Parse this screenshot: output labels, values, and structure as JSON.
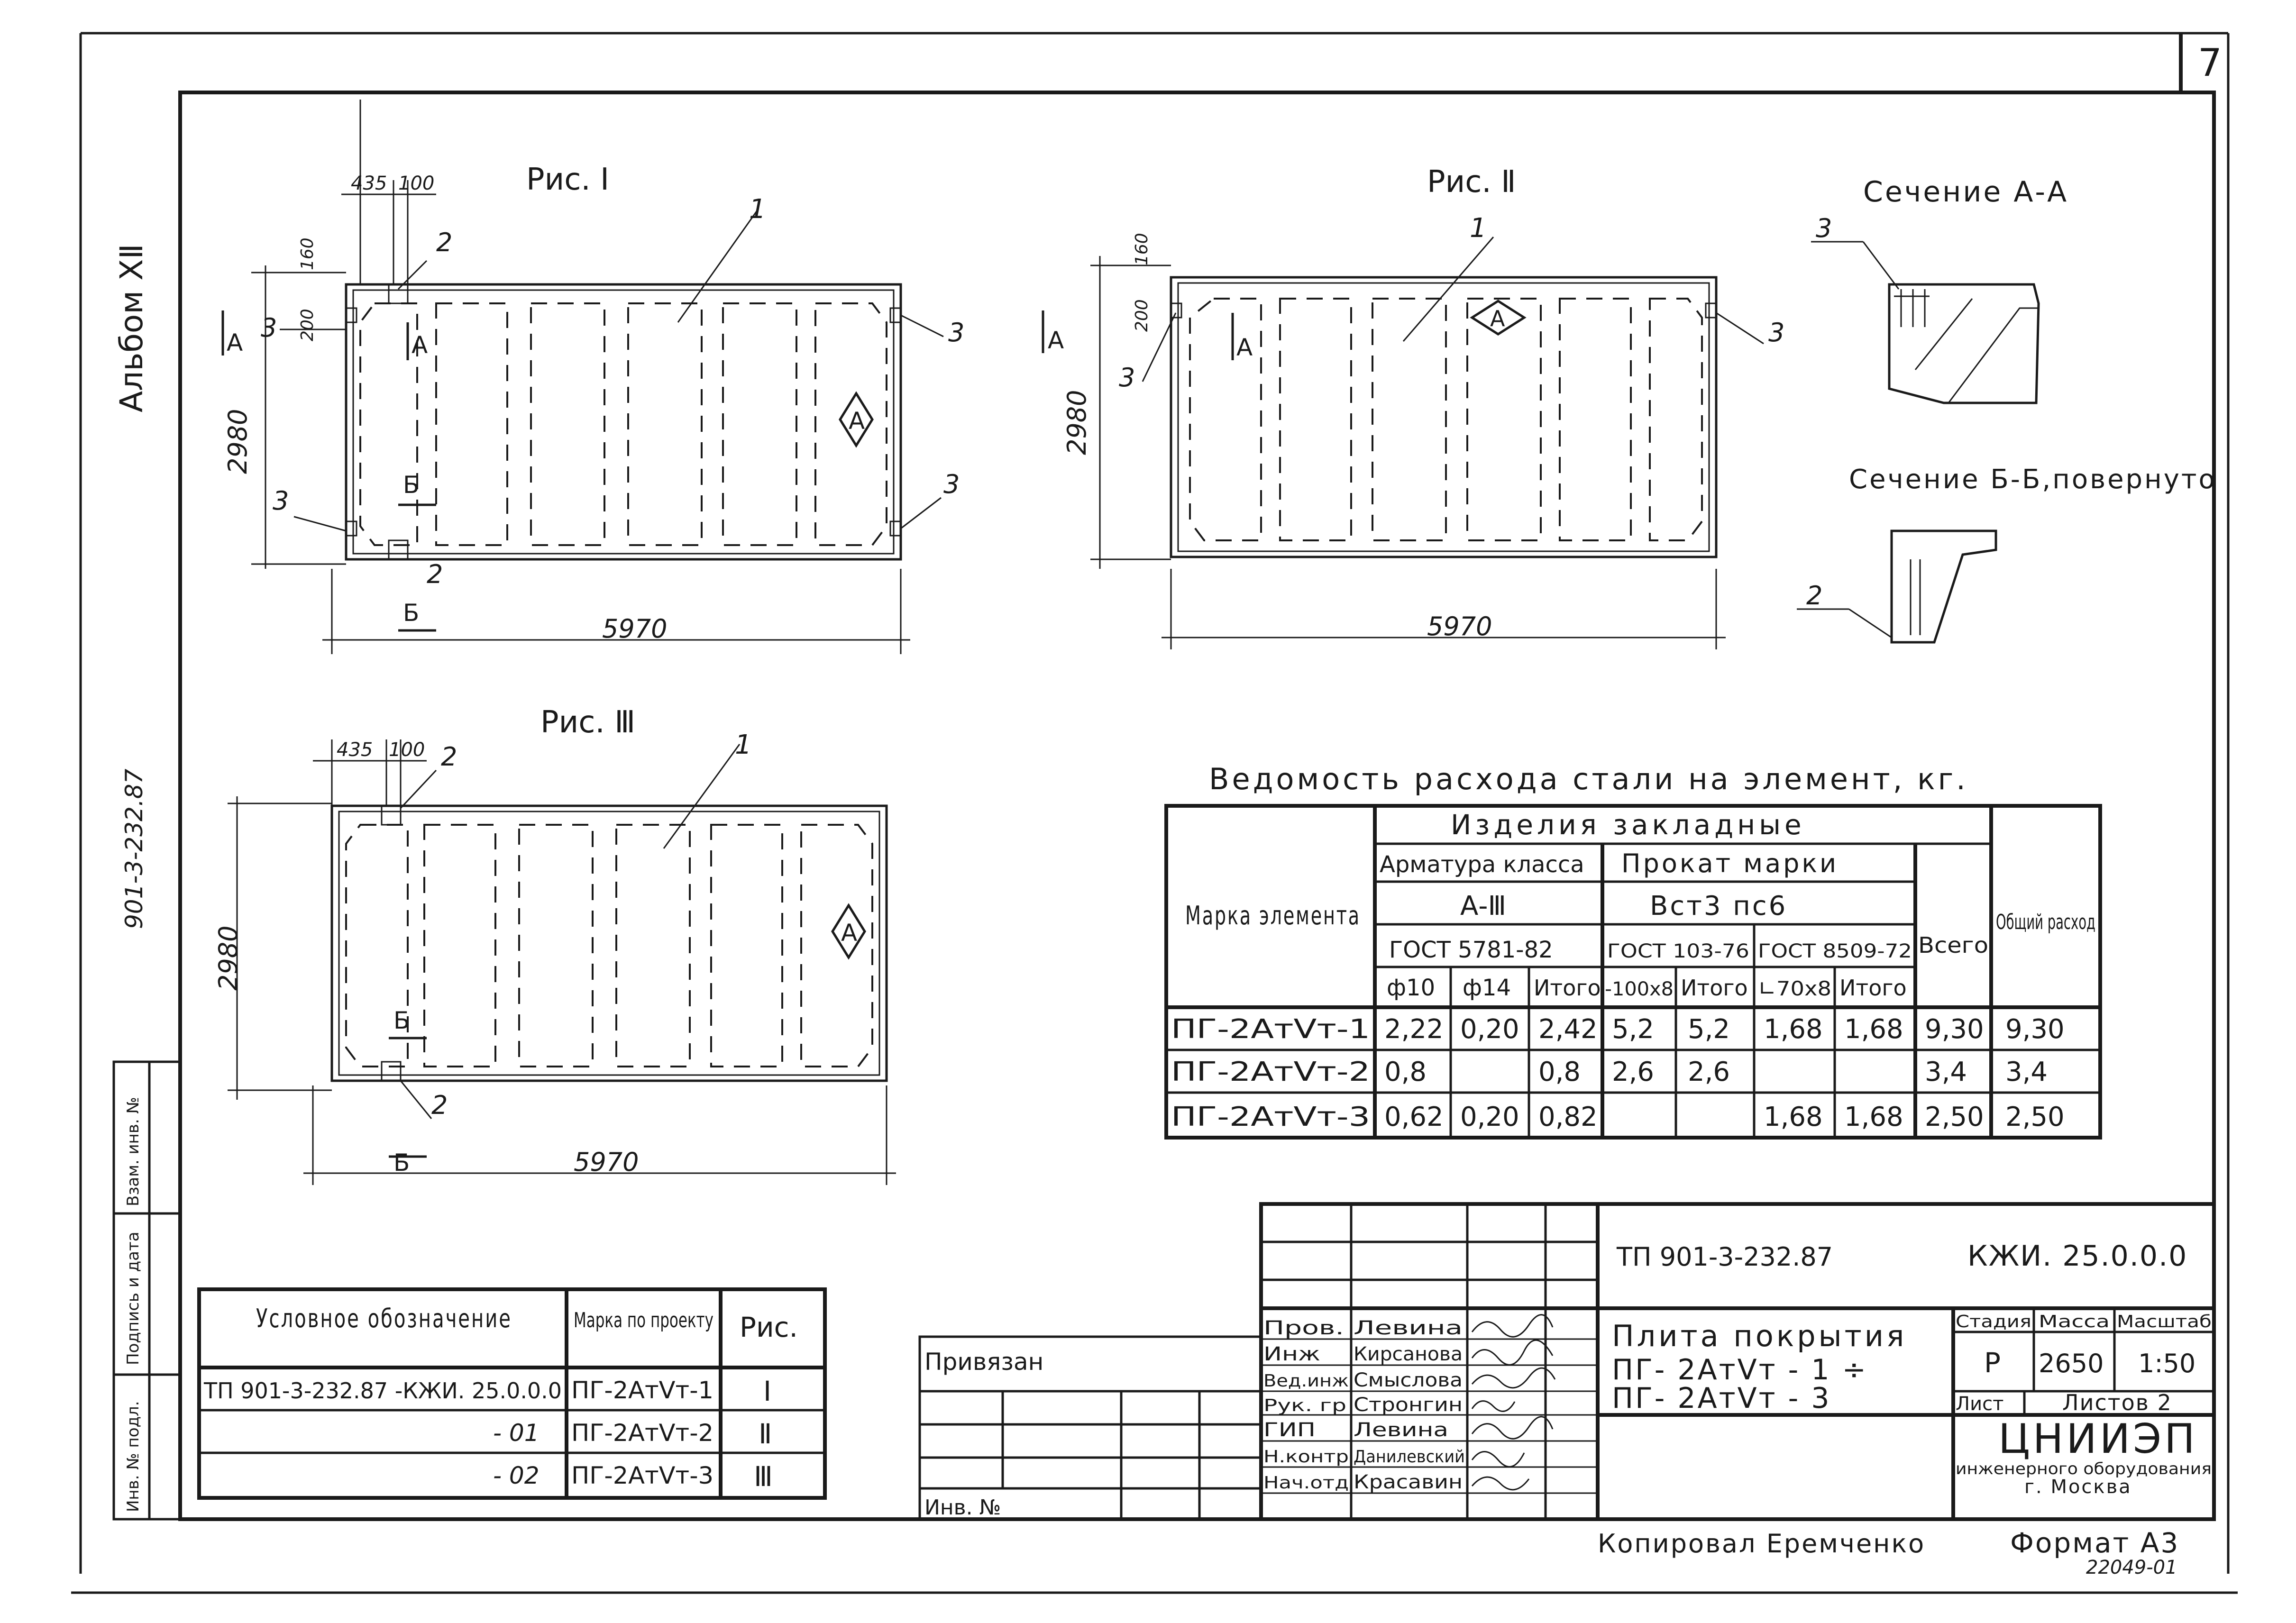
{
  "sheet": {
    "number": "7",
    "album": "Альбом ⅩⅡ",
    "doc_code_vertical": "901-3-232.87",
    "stamp_number": "22049-01",
    "copied_by": "Копировал Еремченко",
    "format": "Формат А3"
  },
  "side_strip": {
    "labels": [
      "Инв. № подл.",
      "Подпись и дата",
      "Взам. инв. №"
    ]
  },
  "figures": {
    "fig1": {
      "title": "Рис. Ⅰ",
      "dim_435": "435",
      "dim_100": "100",
      "dim_160": "160",
      "dim_200": "200",
      "dim_width": "5970",
      "dim_height": "2980",
      "callout_1": "1",
      "callout_2a": "2",
      "callout_2b": "2",
      "callout_3a": "3",
      "callout_3b": "3",
      "callout_3c": "3",
      "callout_3d": "3",
      "section_a": "А",
      "section_a_inner": "А",
      "section_b_top": "Б",
      "section_b_bottom": "Б",
      "mark": "А"
    },
    "fig2": {
      "title": "Рис. Ⅱ",
      "dim_160": "160",
      "dim_200": "200",
      "dim_width": "5970",
      "dim_height": "2980",
      "callout_1": "1",
      "callout_3a": "3",
      "callout_3b": "3",
      "section_a": "А",
      "section_a_inner": "А",
      "mark": "А"
    },
    "fig3": {
      "title": "Рис. Ⅲ",
      "dim_435": "435",
      "dim_100": "100",
      "dim_width": "5970",
      "dim_height": "2980",
      "callout_1": "1",
      "callout_2a": "2",
      "callout_2b": "2",
      "section_b_top": "Б",
      "section_b_bottom": "Б",
      "mark": "А"
    },
    "section_aa": {
      "title": "Сечение А-А",
      "callout": "3"
    },
    "section_bb": {
      "title": "Сечение Б-Б,повернуто",
      "callout": "2"
    }
  },
  "steel_table": {
    "title": "Ведомость расхода стали на элемент, кг.",
    "h_mark": "Марка элемента",
    "h_embedded": "Изделия закладные",
    "h_rebar_class": "Арматура класса",
    "h_rebar_grade": "А-Ⅲ",
    "h_rolled": "Прокат марки",
    "h_rolled_grade": "Вст3 пс6",
    "h_gost_rebar": "ГОСТ 5781-82",
    "h_gost_plate": "ГОСТ 103-76",
    "h_gost_angle": "ГОСТ 8509-72",
    "h_total_all": "Всего",
    "h_overall": "Общий расход",
    "sub": [
      "ф10",
      "ф14",
      "Итого",
      "-100x8",
      "Итого",
      "∟70x8",
      "Итого"
    ],
    "rows": [
      {
        "mark": "ПГ-2АтⅤт-1",
        "c": [
          "2,22",
          "0,20",
          "2,42",
          "5,2",
          "5,2",
          "1,68",
          "1,68",
          "9,30",
          "9,30"
        ]
      },
      {
        "mark": "ПГ-2АтⅤт-2",
        "c": [
          "0,8",
          "",
          "0,8",
          "2,6",
          "2,6",
          "",
          "",
          "3,4",
          "3,4"
        ]
      },
      {
        "mark": "ПГ-2АтⅤт-3",
        "c": [
          "0,62",
          "0,20",
          "0,82",
          "",
          "",
          "1,68",
          "1,68",
          "2,50",
          "2,50"
        ]
      }
    ]
  },
  "designation_table": {
    "h_symbol": "Условное обозначение",
    "h_mark": "Марка по проекту",
    "h_fig": "Рис.",
    "rows": [
      {
        "symbol": "ТП 901-3-232.87 -КЖИ. 25.0.0.0",
        "mark": "ПГ-2АтVт-1",
        "fig": "Ⅰ"
      },
      {
        "symbol": "- 01",
        "mark": "ПГ-2АтVт-2",
        "fig": "Ⅱ"
      },
      {
        "symbol": "- 02",
        "mark": "ПГ-2АтVт-3",
        "fig": "Ⅲ"
      }
    ]
  },
  "binding_table": {
    "label": "Привязан",
    "inv": "Инв. №"
  },
  "title_block": {
    "project": "ТП 901-3-232.87",
    "code": "КЖИ. 25.0.0.0",
    "name_line1": "Плита покрытия",
    "name_line2": "ПГ- 2АтVт - 1 ÷",
    "name_line3": "ПГ- 2АтVт - 3",
    "h_stage": "Стадия",
    "h_mass": "Масса",
    "h_scale": "Масштаб",
    "stage": "Р",
    "mass": "2650",
    "scale": "1:50",
    "sheet_label": "Лист",
    "sheets_label": "Листов 2",
    "org_name": "ЦНИИЭП",
    "org_line2": "инженерного оборудования",
    "org_line3": "г. Москва",
    "staff": [
      {
        "role": "Пров.",
        "name": "Левина"
      },
      {
        "role": "Инж",
        "name": "Кирсанова"
      },
      {
        "role": "Вед.инж",
        "name": "Смыслова"
      },
      {
        "role": "Рук. гр",
        "name": "Стронгин"
      },
      {
        "role": "ГИП",
        "name": "Левина"
      },
      {
        "role": "Н.контр",
        "name": "Данилевский"
      },
      {
        "role": "Нач.отд",
        "name": "Красавин"
      }
    ]
  }
}
